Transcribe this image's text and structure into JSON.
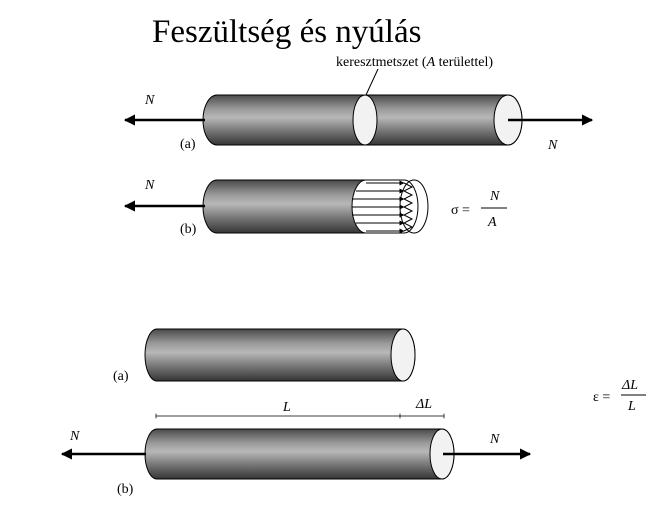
{
  "title": "Feszültség és nyúlás",
  "callout": {
    "prefix": "keresztmetszet (",
    "symbol": "A",
    "suffix": " területtel)"
  },
  "top": {
    "fig_a": {
      "tag": "(a)",
      "force_left": "N",
      "force_right": "N"
    },
    "fig_b": {
      "tag": "(b)",
      "force_left": "N"
    },
    "stress_formula": {
      "lhs": "σ =",
      "numerator": "N",
      "denominator": "A"
    }
  },
  "bottom": {
    "fig_a": {
      "tag": "(a)"
    },
    "fig_b": {
      "tag": "(b)",
      "force_left": "N",
      "force_right": "N",
      "length_label": "L",
      "delta_label": "ΔL"
    },
    "strain_formula": {
      "lhs": "ε =",
      "numerator": "ΔL",
      "denominator": "L"
    }
  },
  "colors": {
    "cylinder_dark": "#3c3c3c",
    "cylinder_light": "#b4b4b4",
    "end_face": "#f2f2f2",
    "ink": "#000000"
  }
}
